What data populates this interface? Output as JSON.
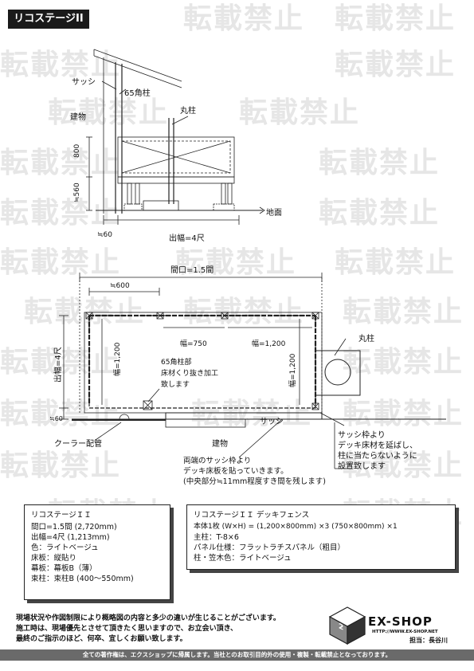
{
  "header": {
    "title": "リコステージII"
  },
  "watermark": {
    "text": "転載禁止"
  },
  "elevation": {
    "sash": "サッシ",
    "post65": "65角柱",
    "building": "建物",
    "round_post": "丸柱",
    "dim_800": "800",
    "dim_560": "≒560",
    "ground": "地面",
    "dim_60": "≒60",
    "depth": "出幅=4尺"
  },
  "plan": {
    "frontage": "間口=1.5間",
    "dim_600": "≒600",
    "depth": "出幅=4尺",
    "width_1200_left": "幅=1,200",
    "width_750": "幅=750",
    "width_1200_top": "幅=1,200",
    "width_1200_right": "幅=1,200",
    "round_post": "丸柱",
    "post_note_1": "65角柱部",
    "post_note_2": "床材くり抜き加工",
    "post_note_3": "致します",
    "dim_60": "≒60",
    "sash": "サッシ",
    "cooler": "クーラー配管",
    "building": "建物",
    "right_note_1": "サッシ枠より",
    "right_note_2": "デッキ床材を延ばし、",
    "right_note_3": "柱に当たらないように",
    "right_note_4": "設置致します",
    "bottom_note_1": "両端のサッシ枠より",
    "bottom_note_2": "デッキ床板を貼っていきます。",
    "bottom_note_3": "(中央部分≒11mm程度すき間を残します)"
  },
  "spec_left": {
    "title": "リコステージＩＩ",
    "rows": [
      "間口=1.5間 (2,720mm)",
      "出幅=4尺 (1,213mm)",
      "色：ライトベージュ",
      "床板：縦貼り",
      "幕板：幕板B（薄）",
      "束柱：束柱B (400～550mm)"
    ]
  },
  "spec_right": {
    "title": "リコステージＩＩ デッキフェンス",
    "rows": [
      "本体1枚 (W×H) = (1,200×800mm) ×3 (750×800mm) ×1",
      "主柱：T-8×6",
      "パネル仕様：フラットラチスパネル（粗目）",
      "柱・笠木色：ライトベージュ"
    ]
  },
  "notes": [
    "現場状況や作図制限により概略図の内容と多少の違いが生じることがございます。",
    "施工時は、現場優先とさせて頂きたく思いますので、お立会い頂き、",
    "最終のご指示のほど、何卒、宜しくお願い致します。"
  ],
  "logo": {
    "name": "EX-SHOP",
    "url": "HTTP://WWW.EX-SHOP.NET",
    "staff": "担当：長谷川"
  },
  "footer": {
    "text": "全ての著作権は、エクスショップに帰属します。当社とのお取引目的外の使用・複製・転載禁止となっております。"
  }
}
